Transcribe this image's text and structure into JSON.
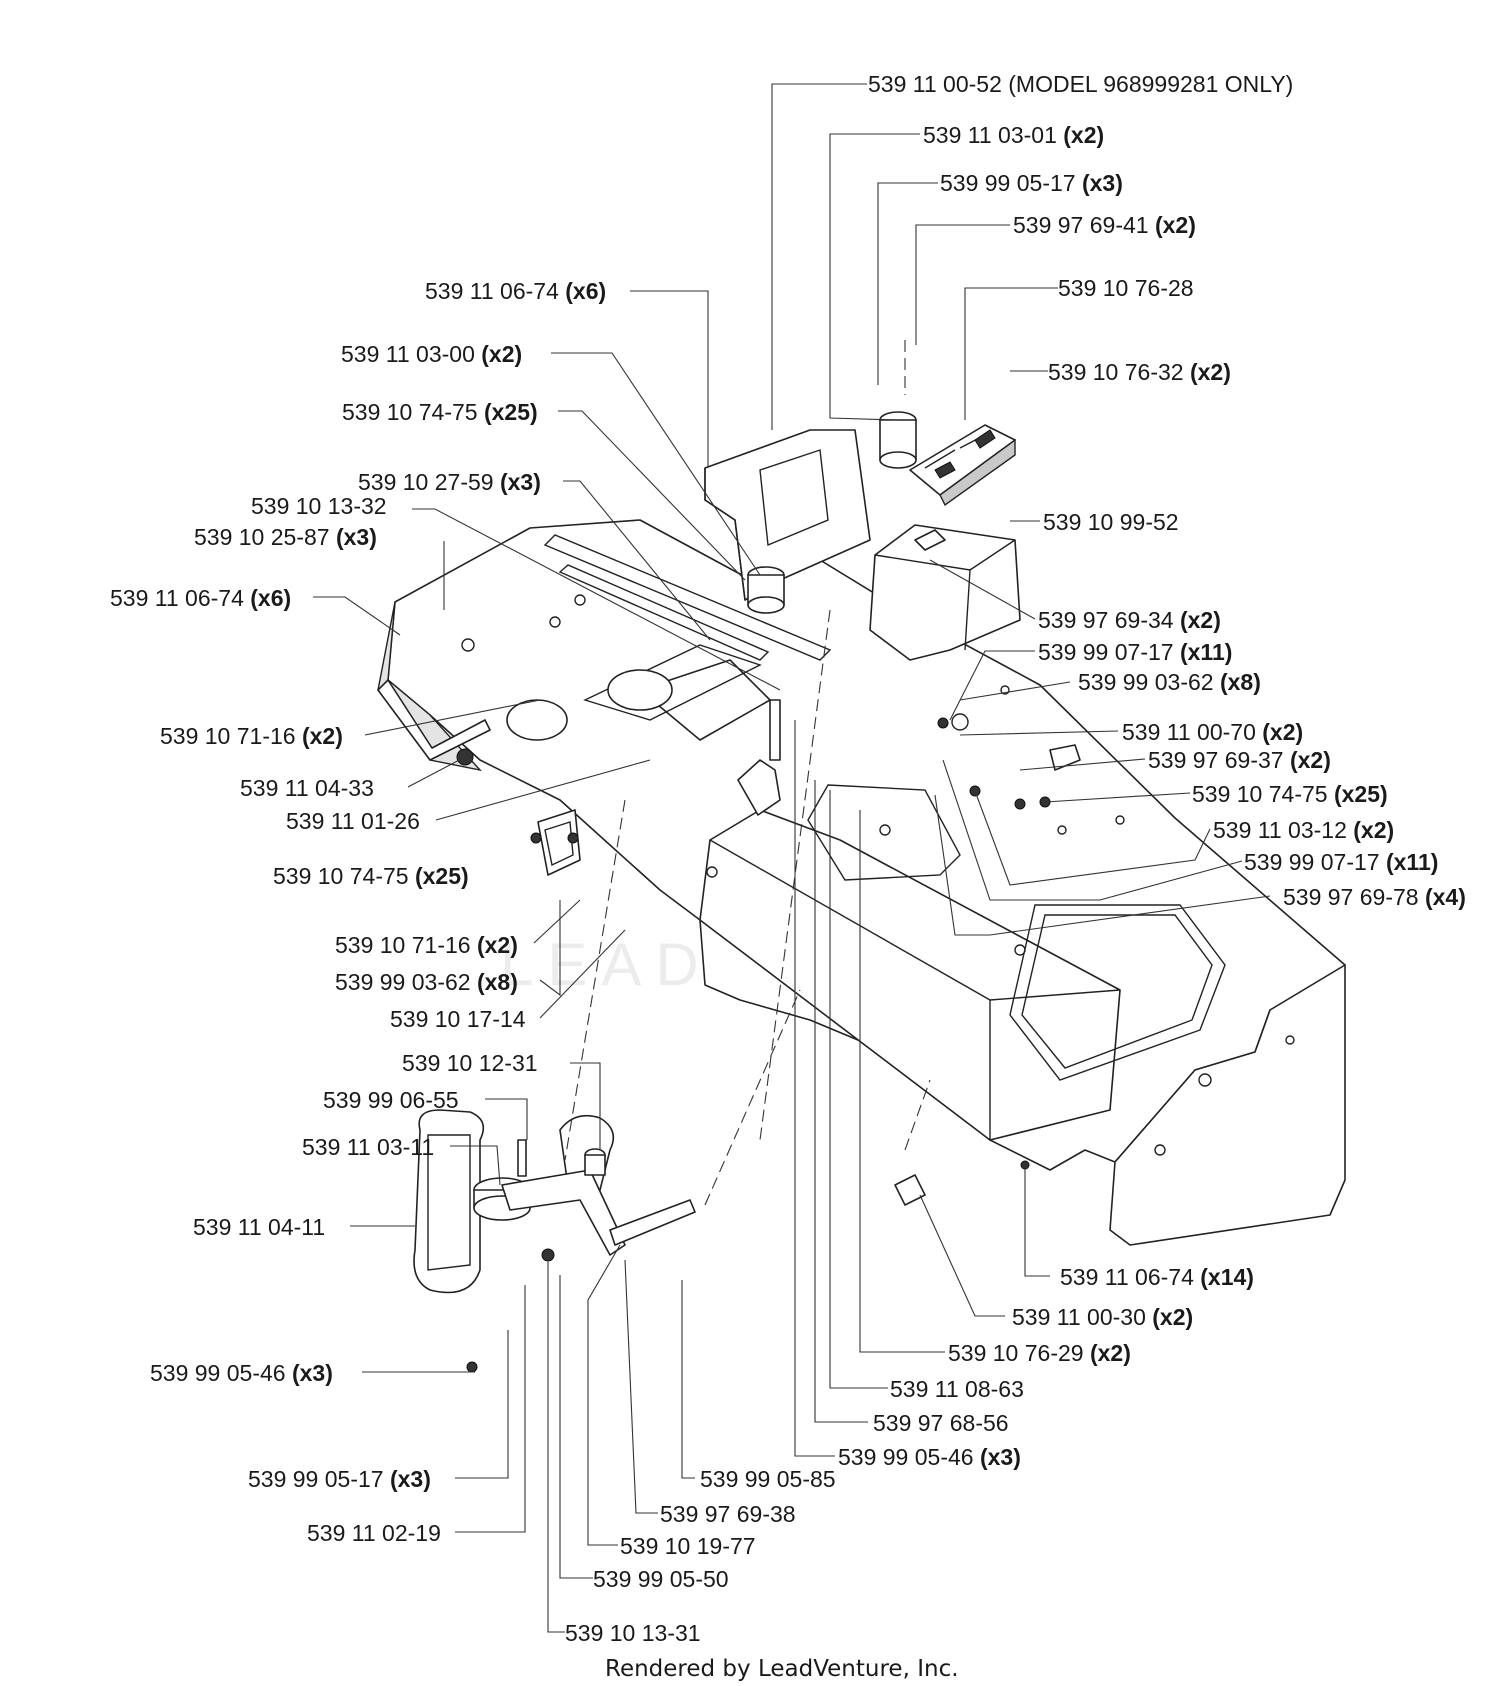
{
  "callouts": [
    {
      "part": "539 11 00-52",
      "qty": "(MODEL 968999281 ONLY)"
    },
    {
      "part": "539 11 03-01",
      "qty": "(x2)"
    },
    {
      "part": "539 99 05-17",
      "qty": "(x3)"
    },
    {
      "part": "539 97 69-41",
      "qty": "(x2)"
    },
    {
      "part": "539 11 06-74",
      "qty": "(x6)"
    },
    {
      "part": "539 10 76-28",
      "qty": ""
    },
    {
      "part": "539 11 03-00",
      "qty": "(x2)"
    },
    {
      "part": "539 10 76-32",
      "qty": "(x2)"
    },
    {
      "part": "539 10 74-75",
      "qty": "(x25)"
    },
    {
      "part": "539 10 27-59",
      "qty": "(x3)"
    },
    {
      "part": "539 10 13-32",
      "qty": ""
    },
    {
      "part": "539 10 25-87",
      "qty": "(x3)"
    },
    {
      "part": "539 10 99-52",
      "qty": ""
    },
    {
      "part": "539 11 06-74",
      "qty": "(x6)"
    },
    {
      "part": "539 97 69-34",
      "qty": "(x2)"
    },
    {
      "part": "539 99 07-17",
      "qty": "(x11)"
    },
    {
      "part": "539 99 03-62",
      "qty": "(x8)"
    },
    {
      "part": "539 10 71-16",
      "qty": "(x2)"
    },
    {
      "part": "539 11 00-70",
      "qty": "(x2)"
    },
    {
      "part": "539 97 69-37",
      "qty": "(x2)"
    },
    {
      "part": "539 11 04-33",
      "qty": ""
    },
    {
      "part": "539 10 74-75",
      "qty": "(x25)"
    },
    {
      "part": "539 11 01-26",
      "qty": ""
    },
    {
      "part": "539 11 03-12",
      "qty": "(x2)"
    },
    {
      "part": "539 99 07-17",
      "qty": "(x11)"
    },
    {
      "part": "539 10 74-75",
      "qty": "(x25)"
    },
    {
      "part": "539 97 69-78",
      "qty": "(x4)"
    },
    {
      "part": "539 10 71-16",
      "qty": "(x2)"
    },
    {
      "part": "539 99 03-62",
      "qty": "(x8)"
    },
    {
      "part": "539 10 17-14",
      "qty": ""
    },
    {
      "part": "539 10 12-31",
      "qty": ""
    },
    {
      "part": "539 99 06-55",
      "qty": ""
    },
    {
      "part": "539 11 03-11",
      "qty": ""
    },
    {
      "part": "539 11 04-11",
      "qty": ""
    },
    {
      "part": "539 11 06-74",
      "qty": "(x14)"
    },
    {
      "part": "539 11 00-30",
      "qty": "(x2)"
    },
    {
      "part": "539 10 76-29",
      "qty": "(x2)"
    },
    {
      "part": "539 99 05-46",
      "qty": "(x3)"
    },
    {
      "part": "539 11 08-63",
      "qty": ""
    },
    {
      "part": "539 97 68-56",
      "qty": ""
    },
    {
      "part": "539 99 05-46",
      "qty": "(x3)"
    },
    {
      "part": "539 99 05-17",
      "qty": "(x3)"
    },
    {
      "part": "539 99 05-85",
      "qty": ""
    },
    {
      "part": "539 97 69-38",
      "qty": ""
    },
    {
      "part": "539 11 02-19",
      "qty": ""
    },
    {
      "part": "539 10 19-77",
      "qty": ""
    },
    {
      "part": "539 99 05-50",
      "qty": ""
    },
    {
      "part": "539 10 13-31",
      "qty": ""
    }
  ],
  "footer": "Rendered by LeadVenture, Inc.",
  "watermark": "LEADVENTURE"
}
